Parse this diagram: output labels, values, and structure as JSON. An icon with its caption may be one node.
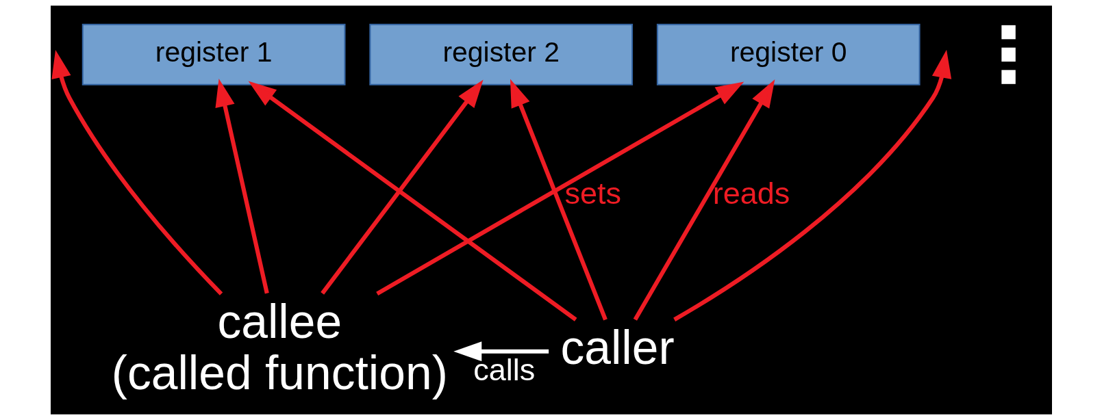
{
  "diagram": {
    "nodes": [
      {
        "text": [
          "callee",
          "(called function)"
        ]
      },
      {
        "text": [
          "caller"
        ]
      },
      {
        "text": [
          "register 0"
        ]
      },
      {
        "text": [
          "register 1"
        ]
      },
      {
        "text": [
          "register 2"
        ]
      }
    ],
    "edges": [
      {
        "from": 0,
        "to": 2,
        "arrow": "to",
        "label": "sets"
      },
      {
        "from": 0,
        "to": 3,
        "arrow": "to"
      },
      {
        "from": 0,
        "to": 4,
        "arrow": "to"
      },
      {
        "from": 0,
        "to": null,
        "arrow": "to"
      },
      {
        "from": 1,
        "to": 2,
        "arrow": "to",
        "label": "reads"
      },
      {
        "from": 1,
        "to": 3,
        "arrow": "to"
      },
      {
        "from": 1,
        "to": 4,
        "arrow": "to"
      },
      {
        "from": 1,
        "to": null,
        "arrow": "to"
      },
      {
        "from": 1,
        "to": 0,
        "arrow": "to",
        "label": "calls",
        "color": "#ffffff"
      }
    ]
  }
}
